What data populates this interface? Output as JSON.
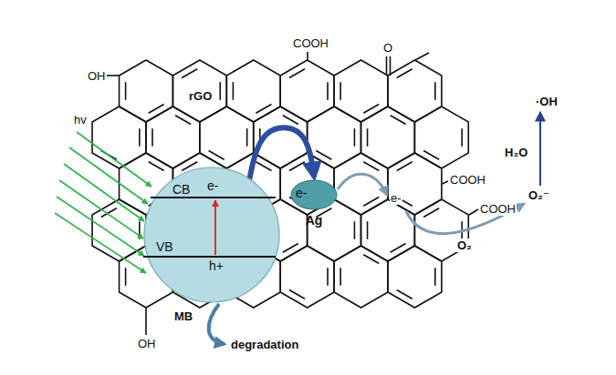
{
  "diagram": {
    "nodes": [
      {
        "text": [
          "CB",
          "e-",
          "VB",
          "h+"
        ]
      },
      {
        "text": [
          "e-",
          "Ag"
        ]
      }
    ],
    "edges": [
      {
        "from": 0,
        "to": 1,
        "arrow": "to"
      }
    ],
    "labels": [
      "COOH",
      "O",
      "OH",
      "rGO",
      "hv",
      "e-",
      "COOH",
      "COOH",
      "·OH",
      "H₂O",
      "O₂⁻",
      "O₂",
      "MB",
      "degradation",
      "OH"
    ]
  }
}
